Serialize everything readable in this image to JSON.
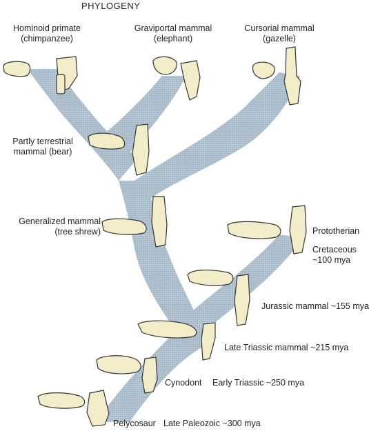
{
  "title": "PHYLOGENY",
  "taxa": {
    "hominoid": {
      "line1": "Hominoid primate",
      "line2": "(chimpanzee)"
    },
    "graviportal": {
      "line1": "Graviportal mammal",
      "line2": "(elephant)"
    },
    "cursorial": {
      "line1": "Cursorial mammal",
      "line2": "(gazelle)"
    },
    "bear": {
      "line1": "Partly terrestrial",
      "line2": "mammal (bear)"
    },
    "generalized": {
      "line1": "Generalized mammal",
      "line2": "(tree shrew)"
    },
    "prototherian": {
      "line1": "Prototherian"
    },
    "cretaceous": {
      "line1": "Cretaceous",
      "line2": "~100 mya"
    },
    "jurassic": {
      "line1": "Jurassic mammal ~155 mya"
    },
    "late_triassic": {
      "line1": "Late Triassic mammal ~215 mya"
    },
    "cynodont": {
      "line1": "Cynodont"
    },
    "early_triassic": {
      "line1": "Early Triassic ~250 mya"
    },
    "pelycosaur": {
      "line1": "Pelycosaur"
    },
    "late_paleozoic": {
      "line1": "Late Paleozoic ~300 mya"
    }
  },
  "colors": {
    "branch": "#a9bccb",
    "bone": "#f3ecc8",
    "outline": "#333333"
  }
}
